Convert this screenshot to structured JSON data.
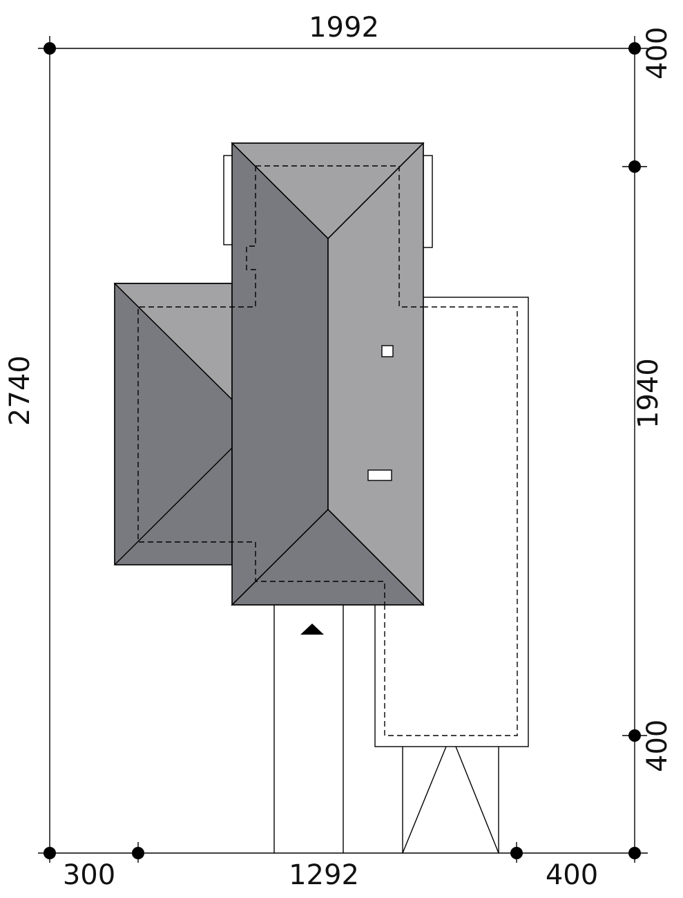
{
  "dimensions": {
    "top_width": "1992",
    "left_height": "2740",
    "right_top": "400",
    "right_middle": "1940",
    "right_bottom": "400",
    "bottom_left": "300",
    "bottom_middle": "1292",
    "bottom_right": "400"
  },
  "colors": {
    "roof_dark": "#797a7f",
    "roof_light": "#a3a3a5",
    "line": "#000000"
  },
  "icons": {
    "entrance": "entrance-triangle-icon"
  }
}
